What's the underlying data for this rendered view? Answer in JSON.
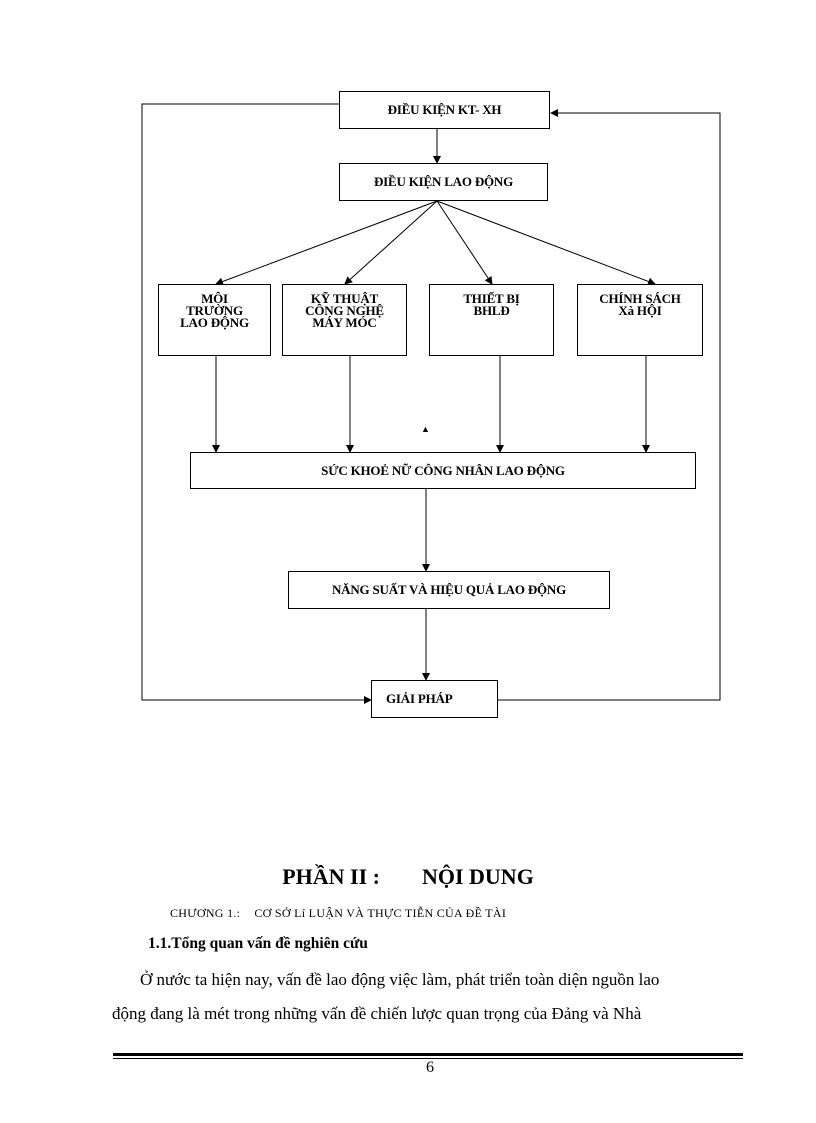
{
  "diagram": {
    "box_kt_xh": "ĐIỀU KIỆN KT- XH",
    "box_dk_lao_dong": "ĐIỀU KIỆN LAO ĐỘNG",
    "box_moi_truong": "MÔI\nTRƯỜNG\nLAO ĐỘNG",
    "box_ky_thuat": "KỸ THUẬT\nCÔNG NGHỆ\nMÁY MÓC",
    "box_thiet_bi": "THIẾT BỊ\nBHLĐ",
    "box_chinh_sach": "CHÍNH SÁCH\nXà HỘI",
    "box_suc_khoe": "SỨC KHOẺ NỮ CÔNG NHÂN LAO ĐỘNG",
    "box_nang_suat": "NĂNG SUẤT VÀ HIỆU QUẢ LAO ĐỘNG",
    "box_giai_phap": "GIẢI PHÁP",
    "stray_marker": "▲"
  },
  "heading": {
    "part": "PHẦN II :",
    "title": "NỘI DUNG"
  },
  "chapter": {
    "number": "CHƯƠNG 1.:",
    "title": "CƠ SỞ Lí LUẬN VÀ THỰC TIỄN CỦA ĐỀ TÀI"
  },
  "section_title": "1.1.Tổng quan vấn đề nghiên cứu",
  "paragraph": {
    "line1": "Ở nước ta hiện nay, vấn đề lao động việc làm, phát triển toàn diện nguồn lao",
    "line2": "động đang là mét trong những vấn đề chiến lược quan trọng của Đảng và Nhà"
  },
  "page_number": "6"
}
